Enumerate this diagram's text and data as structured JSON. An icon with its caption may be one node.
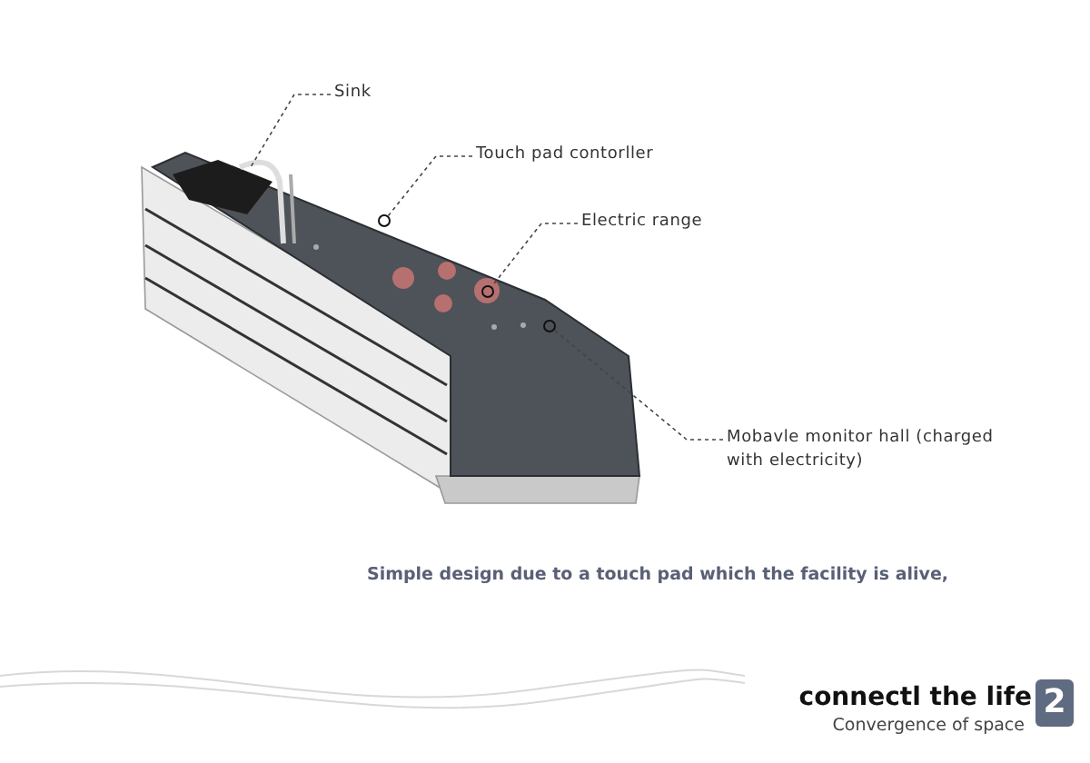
{
  "diagram": {
    "nodes": [
      {
        "text": [
          "Sink"
        ]
      },
      {
        "text": [
          "Touch pad contorller"
        ]
      },
      {
        "text": [],
        "shape": "circle"
      },
      {
        "text": [
          "Electric range"
        ]
      },
      {
        "text": [],
        "shape": "circle"
      },
      {
        "text": [
          "Mobavle monitor hall (charged with electricity)"
        ]
      },
      {
        "text": [],
        "shape": "circle"
      },
      {
        "text": [
          "2"
        ]
      }
    ],
    "edges": [
      {
        "from": 0,
        "to": null,
        "arrow": "none",
        "style": "dashed"
      },
      {
        "from": 1,
        "to": 2,
        "arrow": "none",
        "style": "dashed"
      },
      {
        "from": 3,
        "to": 4,
        "arrow": "none",
        "style": "dashed"
      },
      {
        "from": 5,
        "to": 6,
        "arrow": "none",
        "style": "dashed"
      }
    ],
    "labels": [
      "Simple design due to a touch pad which the facility is alive,",
      "connectl the life",
      "Convergence of space"
    ]
  }
}
